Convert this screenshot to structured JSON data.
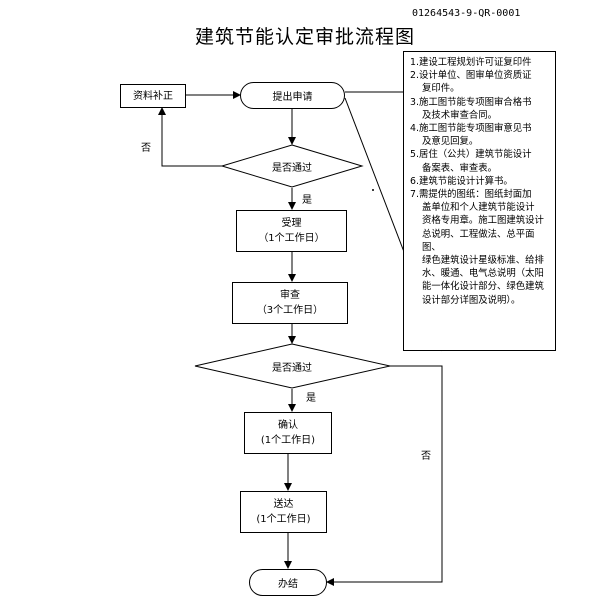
{
  "doc_code": "01264543-9-QR-0001",
  "title": "建筑节能认定审批流程图",
  "nodes": {
    "submit": "提出申请",
    "supplement": "资料补正",
    "check1": "是否通过",
    "accept": "受理",
    "accept_time": "（1个工作日）",
    "review": "审查",
    "review_time": "（3个工作日）",
    "check2": "是否通过",
    "confirm": "确认",
    "confirm_time": "(1个工作日)",
    "deliver": "送达",
    "deliver_time": "(1个工作日)",
    "finish": "办结"
  },
  "edge_labels": {
    "no1": "否",
    "yes1": "是",
    "yes2": "是",
    "no2": "否"
  },
  "notes": [
    "1.建设工程规划许可证复印件",
    "2.设计单位、图审单位资质证",
    "复印件。",
    "3.施工图节能专项图审合格书",
    "及技术审查合同。",
    "4.施工图节能专项图审意见书",
    "及意见回复。",
    "5.居住（公共）建筑节能设计",
    "备案表、审查表。",
    "6.建筑节能设计计算书。",
    "7.需提供的图纸：图纸封面加",
    "盖单位和个人建筑节能设计",
    "资格专用章。施工图建筑设计",
    "总说明、工程做法、总平面图、",
    "绿色建筑设计星级标准、给排",
    "水、暖通、电气总说明（太阳",
    "能一体化设计部分、绿色建筑",
    "设计部分详图及说明）。"
  ]
}
